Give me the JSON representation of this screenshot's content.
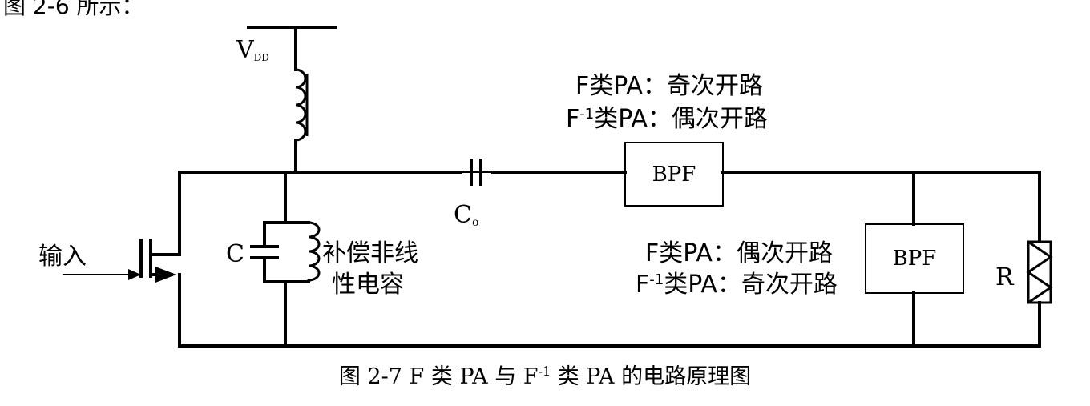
{
  "fragment_text": "图 2-6 所示：",
  "labels": {
    "vdd": "V",
    "vdd_sub": "DD",
    "input": "输入",
    "cap_c": "C",
    "cap_co": "C",
    "cap_co_sub": "o",
    "comp_line1": "补偿非线",
    "comp_line2": "性电容",
    "resistor": "R",
    "bpf_top": "BPF",
    "bpf_right": "BPF"
  },
  "annotations": {
    "top_line1": "F类PA：奇次开路",
    "top_line2_pre": "F",
    "top_line2_sup": "-1",
    "top_line2_post": "类PA：偶次开路",
    "mid_line1": "F类PA：偶次开路",
    "mid_line2_pre": "F",
    "mid_line2_sup": "-1",
    "mid_line2_post": "类PA：奇次开路"
  },
  "caption": {
    "pre": "图 2-7 F 类 PA 与 F",
    "sup": "-1",
    "post": " 类 PA 的电路原理图"
  }
}
